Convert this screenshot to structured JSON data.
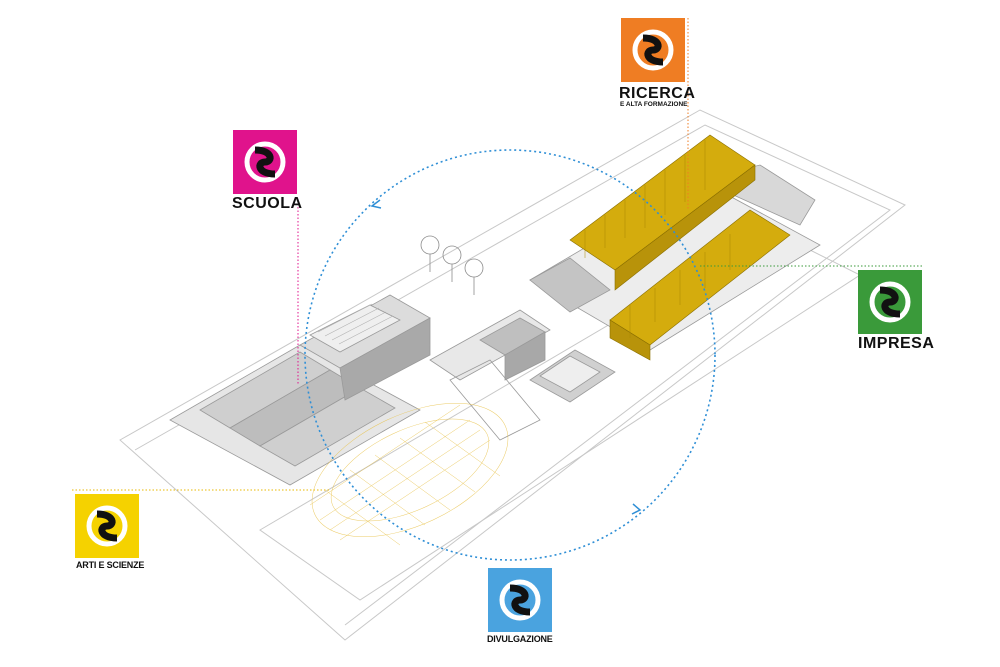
{
  "labels": {
    "scuola": "SCUOLA",
    "ricerca": "RICERCA",
    "ricerca_sub": "E ALTA FORMAZIONE",
    "impresa": "IMPRESA",
    "arti": "ARTI E SCIENZE",
    "divulgazione": "DIVULGAZIONE"
  },
  "colors": {
    "scuola": "#e0138c",
    "ricerca": "#ef7d23",
    "impresa": "#3a9a3a",
    "arti": "#f5d200",
    "divulgazione": "#4aa3df",
    "highlight_volume": "#d4ac0d",
    "cycle_arrow": "#2f8fd6",
    "leader_scuola": "#e0138c",
    "leader_ricerca": "#ef7d23",
    "leader_impresa": "#3a9a3a",
    "leader_arti": "#e8b800",
    "leader_divulgazione": "#4aa3df"
  },
  "icons": {
    "logo": "s-monogram-logo",
    "cycle": "dotted-cycle-arrows"
  }
}
